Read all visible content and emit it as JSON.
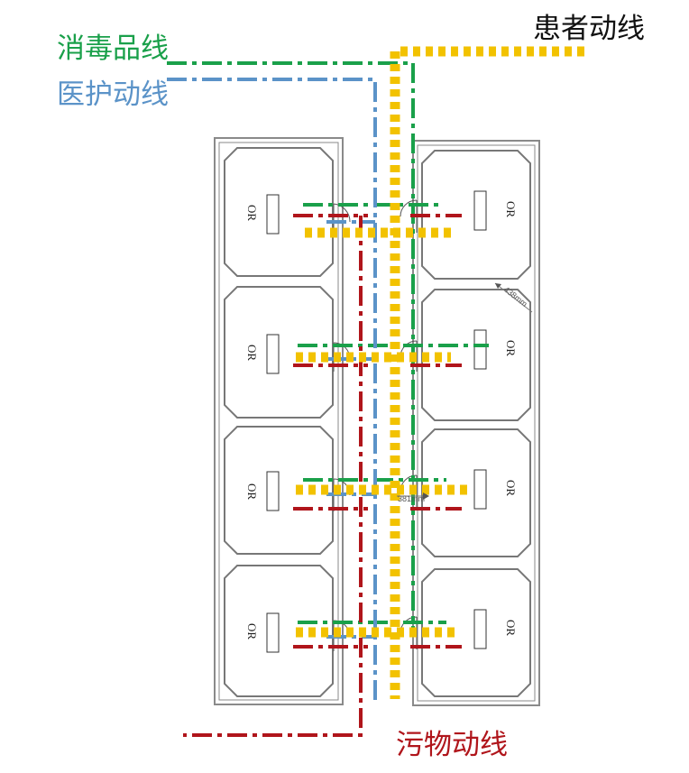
{
  "legend": {
    "sterile": "消毒品线",
    "staff": "医护动线",
    "patient": "患者动线",
    "waste": "污物动线"
  },
  "colors": {
    "sterile": "#1aa04a",
    "staff": "#5b93c8",
    "patient": "#f2c200",
    "waste": "#b0151b",
    "wall": "#8a8a8a"
  },
  "rooms": {
    "left": [
      "OR",
      "OR",
      "OR",
      "OR"
    ],
    "right": [
      "OR",
      "OR",
      "OR",
      "OR"
    ]
  },
  "dimensions": {
    "corner_dim": "438mm",
    "door_dim": "381mm"
  }
}
